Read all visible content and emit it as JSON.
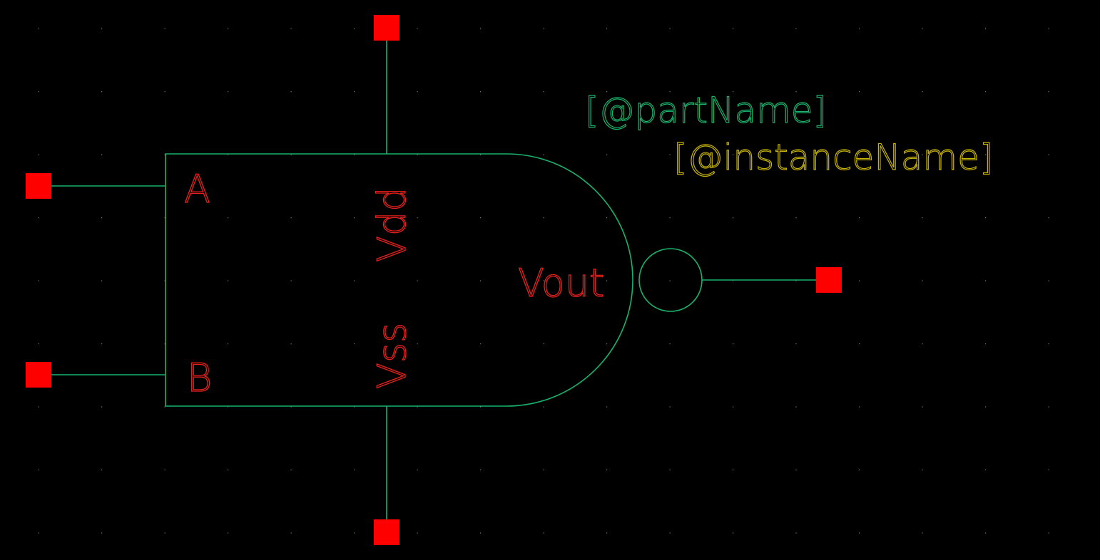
{
  "colors": {
    "background": "#000000",
    "grid_dot": "#7a7a7a",
    "wire": "#19b36b",
    "pin_marker": "#ff0000",
    "pin_text": "#e8201c",
    "part_name_text": "#19b36b",
    "instance_name_text": "#c8b400"
  },
  "symbol": {
    "part_name": "[@partName]",
    "instance_name": "[@instanceName]",
    "pins": {
      "a": "A",
      "b": "B",
      "vdd": "Vdd",
      "vss": "Vss",
      "vout": "Vout"
    },
    "icons": {
      "pin_marker": "red-square-pin-icon",
      "inversion_bubble": "circle-bubble-icon"
    }
  }
}
